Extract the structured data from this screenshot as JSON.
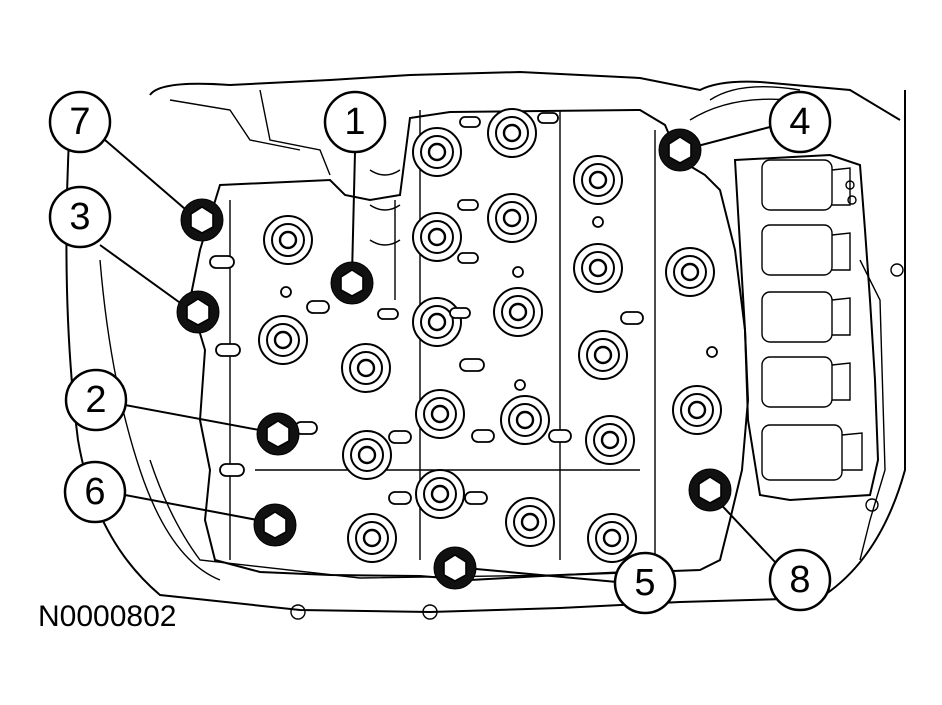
{
  "figure_id": "N0000802",
  "callouts": [
    {
      "number": "1"
    },
    {
      "number": "2"
    },
    {
      "number": "3"
    },
    {
      "number": "4"
    },
    {
      "number": "5"
    },
    {
      "number": "6"
    },
    {
      "number": "7"
    },
    {
      "number": "8"
    }
  ],
  "colors": {
    "ink": "#000000",
    "paper": "#ffffff"
  }
}
